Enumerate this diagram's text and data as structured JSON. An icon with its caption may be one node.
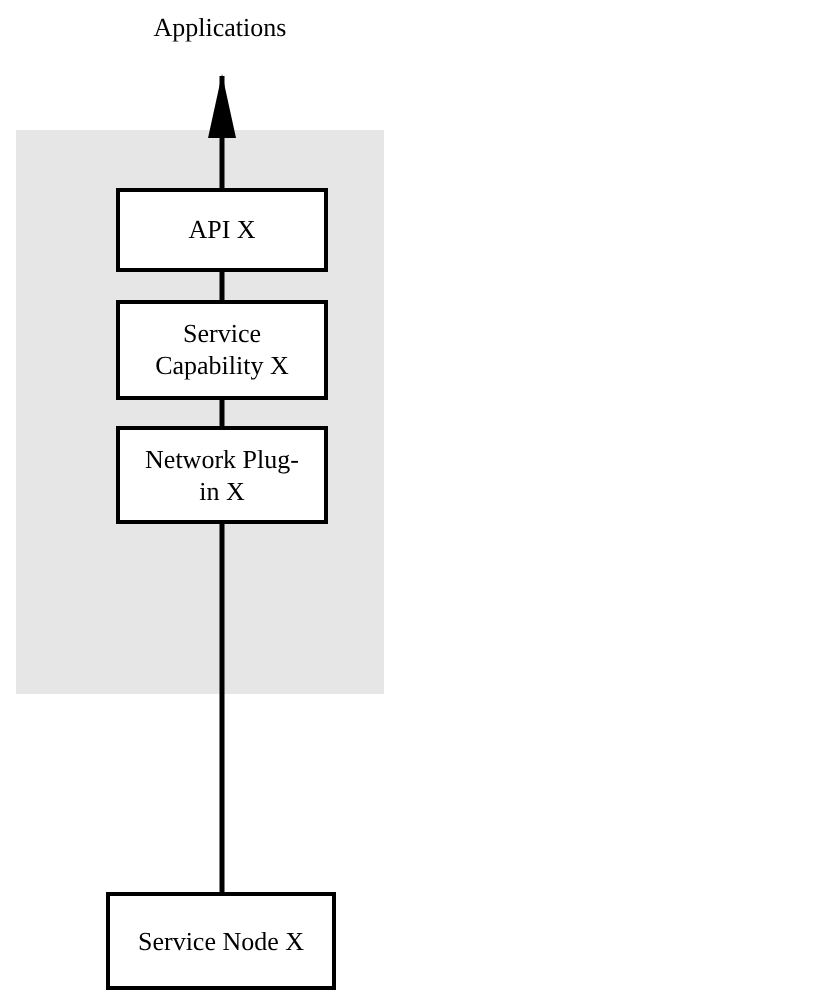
{
  "diagram": {
    "nodes": [
      {
        "text": [],
        "shape": "box"
      },
      {
        "text": [
          "API X"
        ],
        "in": 0
      },
      {
        "text": [
          "Service Capability X"
        ],
        "in": 0
      },
      {
        "text": [
          "Network Plug-in X"
        ],
        "in": 0
      },
      {
        "text": [
          "Service Node X"
        ]
      },
      {
        "text": [
          "Applications"
        ]
      }
    ],
    "edges": [
      {
        "from": 4,
        "to": 3,
        "arrow": "none"
      },
      {
        "from": 3,
        "to": 2,
        "arrow": "none"
      },
      {
        "from": 2,
        "to": 1,
        "arrow": "none"
      },
      {
        "from": 1,
        "to": 5,
        "arrow": "to"
      }
    ]
  }
}
